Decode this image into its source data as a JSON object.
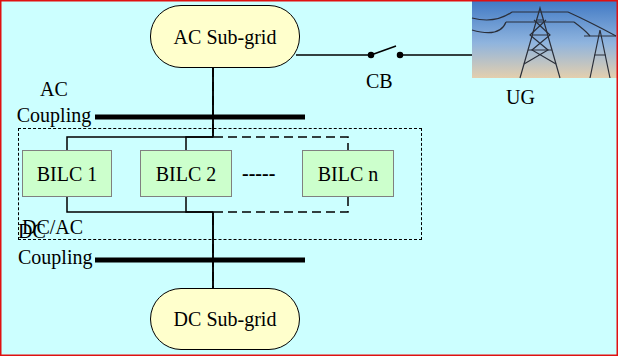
{
  "diagram": {
    "nodes": [
      {
        "text": [
          "AC Sub-grid"
        ]
      },
      {
        "text": [
          "DC/AC"
        ]
      },
      {
        "text": [
          "BILC 1"
        ],
        "in": 1
      },
      {
        "text": [
          "BILC 2"
        ],
        "in": 1
      },
      {
        "text": [
          "BILC n"
        ],
        "in": 1
      },
      {
        "text": [
          "DC Sub-grid"
        ]
      }
    ],
    "edges": [
      {
        "from": 0,
        "to": 2,
        "arrow": "none"
      },
      {
        "from": 0,
        "to": 3,
        "arrow": "none"
      },
      {
        "from": 0,
        "to": 4,
        "arrow": "none"
      },
      {
        "from": 2,
        "to": 5,
        "arrow": "none"
      },
      {
        "from": 3,
        "to": 5,
        "arrow": "none"
      },
      {
        "from": 4,
        "to": 5,
        "arrow": "none"
      }
    ],
    "labels": [
      "AC Coupling",
      "CB",
      "UG",
      "-----",
      "DC Coupling"
    ]
  }
}
